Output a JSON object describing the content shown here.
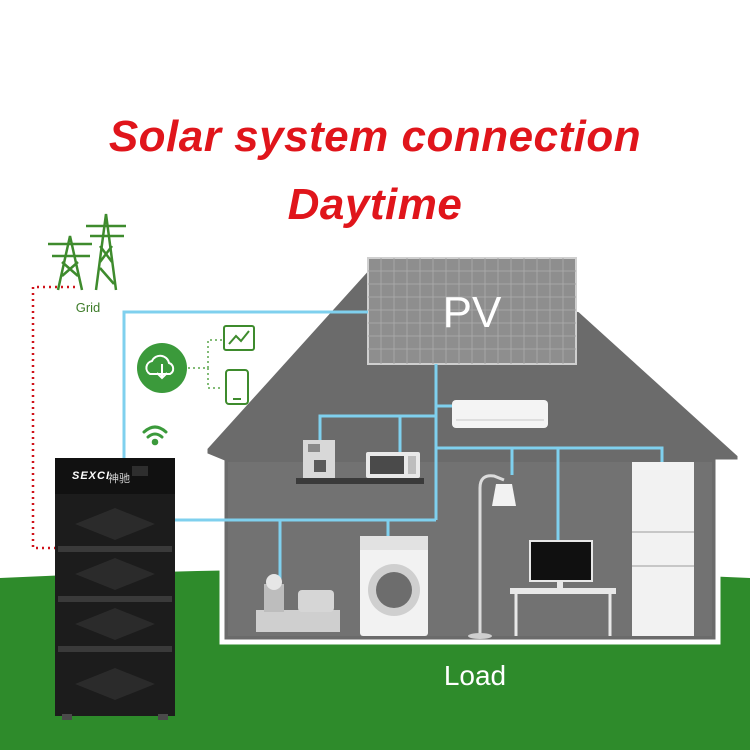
{
  "title": "Solar system connection",
  "subtitle": "Daytime",
  "labels": {
    "pv": "PV",
    "grid": "Grid",
    "load": "Load"
  },
  "battery": {
    "brand": "SEXCI",
    "brand_cn": "神驰"
  },
  "colors": {
    "title": "#e0151b",
    "grass": "#2e8b2b",
    "house": "#6b6b6b",
    "cable": "#7fd0ee",
    "grid_line": "#d0121a",
    "icon_green": "#3b9a3b"
  },
  "icons": [
    "transmission-tower-icon",
    "cloud-download-icon",
    "monitor-chart-icon",
    "tablet-icon",
    "wifi-icon"
  ],
  "appliances": [
    "solar-panel",
    "air-conditioner",
    "coffee-machine",
    "microwave",
    "floor-lamp",
    "refrigerator",
    "washing-machine",
    "water-pump",
    "tv-monitor",
    "battery-stack"
  ]
}
